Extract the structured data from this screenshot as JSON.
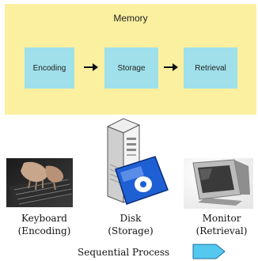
{
  "memory_panel": {
    "title": "Memory",
    "stages": [
      "Encoding",
      "Storage",
      "Retrieval"
    ]
  },
  "devices": [
    {
      "name": "Keyboard",
      "role": "(Encoding)",
      "icon": "keyboard-hands-icon"
    },
    {
      "name": "Disk",
      "role": "(Storage)",
      "icon": "server-tower-floppy-disk-icon"
    },
    {
      "name": "Monitor",
      "role": "(Retrieval)",
      "icon": "crt-monitor-icon"
    }
  ],
  "legend": {
    "label": "Sequential Process",
    "icon": "pentagon-arrow-icon"
  },
  "colors": {
    "panel_bg": "#fbf0a0",
    "stage_bg": "#9fe0ea",
    "legend_arrow": "#55c8ef"
  }
}
